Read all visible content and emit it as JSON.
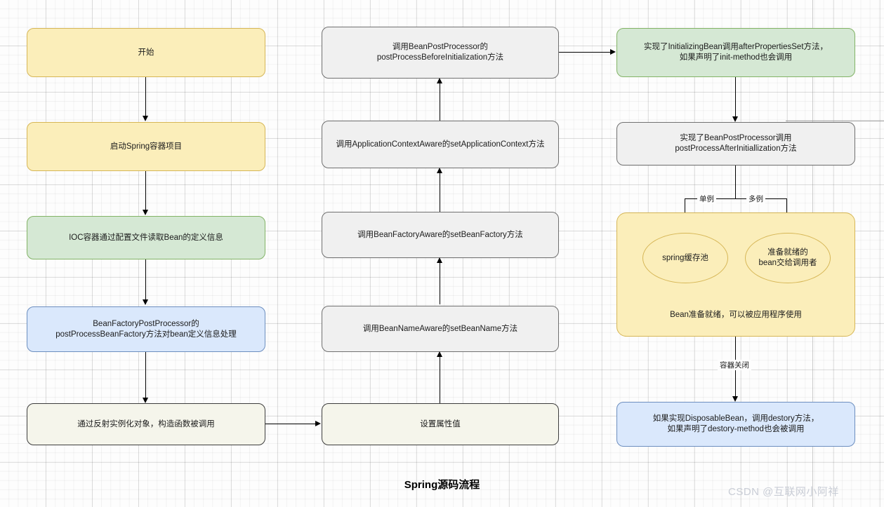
{
  "diagram": {
    "title": "Spring源码流程",
    "watermark": "CSDN @互联网小阿祥",
    "colors": {
      "yellow_fill": "#fbeeba",
      "yellow_stroke": "#d6b656",
      "green_fill": "#d5e8d4",
      "green_stroke": "#82b366",
      "blue_fill": "#dae8fc",
      "blue_stroke": "#6c8ebf",
      "gray_fill": "#f0f0f0",
      "gray_stroke": "#707070",
      "ivory_fill": "#f5f5eb",
      "ivory_stroke": "#3d3d3d",
      "edge": "#000000",
      "background": "#fdfdfd"
    }
  },
  "column_left": {
    "nodes": [
      {
        "id": "start",
        "label": "开始",
        "style": "yellow"
      },
      {
        "id": "start-container",
        "label": "启动Spring容器项目",
        "style": "yellow"
      },
      {
        "id": "read-bean-definition",
        "label": "IOC容器通过配置文件读取Bean的定义信息",
        "style": "green"
      },
      {
        "id": "bean-factory-post-processor",
        "label": "BeanFactoryPostProcessor的\npostProcessBeanFactory方法对bean定义信息处理",
        "style": "blue"
      },
      {
        "id": "instantiate",
        "label": "通过反射实例化对象，构造函数被调用",
        "style": "ivory"
      }
    ]
  },
  "column_middle": {
    "nodes": [
      {
        "id": "post-process-before-init",
        "label": "调用BeanPostProcessor的\npostProcessBeforeInitialization方法",
        "style": "gray"
      },
      {
        "id": "application-context-aware",
        "label": "调用ApplicationContextAware的setApplicationContext方法",
        "style": "gray"
      },
      {
        "id": "bean-factory-aware",
        "label": "调用BeanFactoryAware的setBeanFactory方法",
        "style": "gray"
      },
      {
        "id": "bean-name-aware",
        "label": "调用BeanNameAware的setBeanName方法",
        "style": "gray"
      },
      {
        "id": "set-property-values",
        "label": "设置属性值",
        "style": "ivory"
      }
    ]
  },
  "column_right": {
    "nodes": [
      {
        "id": "initializing-bean",
        "label": "实现了InitializingBean调用afterPropertiesSet方法，\n如果声明了init-method也会调用",
        "style": "green"
      },
      {
        "id": "post-process-after-init",
        "label": "实现了BeanPostProcessor调用\npostProcessAfterInitiallization方法",
        "style": "gray"
      },
      {
        "id": "bean-ready-destroy",
        "label": "如果实现DisposableBean，调用destory方法，\n如果声明了destory-method也会被调用",
        "style": "blue"
      }
    ],
    "bean_ready_group": {
      "id": "bean-ready-group",
      "caption": "Bean准备就绪，可以被应用程序使用",
      "ellipses": [
        {
          "id": "spring-cache-pool",
          "label": "spring缓存池"
        },
        {
          "id": "bean-to-caller",
          "label": "准备就绪的\nbean交给调用者"
        }
      ]
    }
  },
  "edge_labels": {
    "singleton": "单例",
    "prototype": "多例",
    "container_close": "容器关闭"
  }
}
